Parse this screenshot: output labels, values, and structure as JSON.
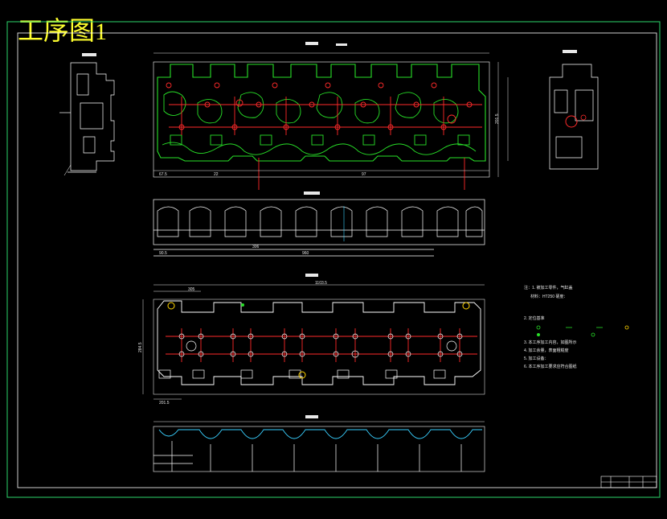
{
  "title": "工序图",
  "title_number": "1",
  "colors": {
    "background": "#000000",
    "frame": "#ffffff",
    "border_green": "#2bd66b",
    "outline": "#ffffff",
    "part_green": "#28e028",
    "dimension": "#e8e8e8",
    "locating": "#ff2a2a",
    "title_yellow": "#ffff2e",
    "cyan_line": "#39d0ff"
  },
  "dims": {
    "top_left": "67.5",
    "top_mid1": "22",
    "top_mid2": "97",
    "top_height": "201.5",
    "mid_left": "90.5",
    "mid_len1": "306",
    "mid_len2": "960",
    "bot_left": "201.5",
    "bot_top1": "305",
    "bot_top2": "1103.5",
    "bot_height": "284.5"
  },
  "notes": [
    "注：1. 被加工零件，气缸盖",
    "材料：HT250  硬度：",
    "2. 定位基准",
    "3. 本工序加工内容，如图所示",
    "4. 加工余量，表面粗糙度",
    "5. 加工设备：",
    "6. 本工序加工要求应符合图纸"
  ]
}
